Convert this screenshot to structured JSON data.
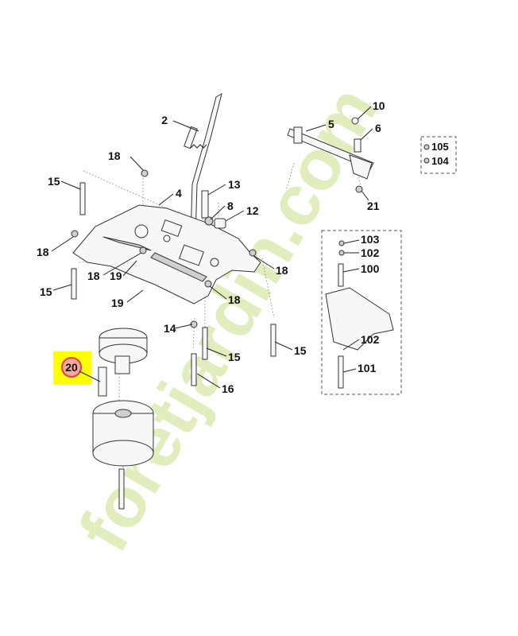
{
  "labels": {
    "l2": "2",
    "l5": "5",
    "l10": "10",
    "l6": "6",
    "l105": "105",
    "l104": "104",
    "l18a": "18",
    "l15a": "15",
    "l4": "4",
    "l13": "13",
    "l8": "8",
    "l12": "12",
    "l21": "21",
    "l103": "103",
    "l102a": "102",
    "l100": "100",
    "l18b": "18",
    "l18c": "18",
    "l19a": "19",
    "l18d": "18",
    "l15b": "15",
    "l19b": "19",
    "l18e": "18",
    "l14": "14",
    "l15c": "15",
    "l15d": "15",
    "l102b": "102",
    "l20": "20",
    "l101": "101",
    "l16": "16"
  },
  "highlight": {
    "part_number": "20",
    "fill": "#ffff00",
    "ring": "#e0403a",
    "disc": "#f4a6a0"
  },
  "watermark": {
    "text": "foretjardin.com",
    "color": "#d8e8a8"
  }
}
